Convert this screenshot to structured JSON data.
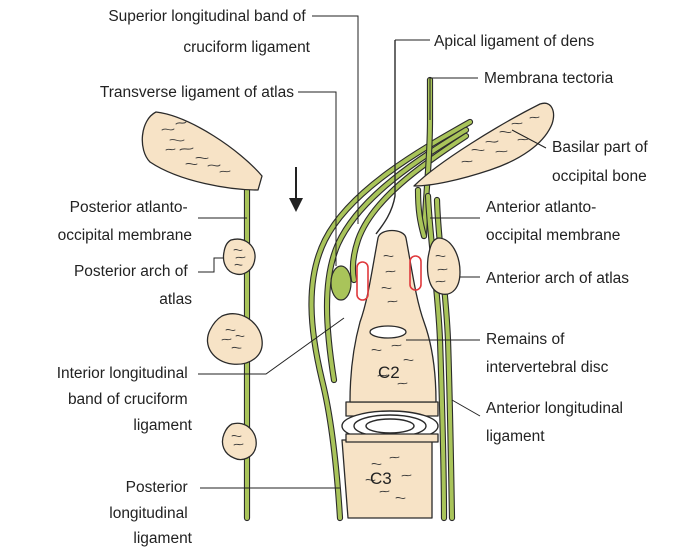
{
  "colors": {
    "ligament": "#a9c45a",
    "bone": "#f7e3c6",
    "outline": "#2a2a2a",
    "vessel_ring": "#e0393c"
  },
  "labels": {
    "superior_band": [
      "Superior longitudinal band of",
      "cruciform ligament"
    ],
    "apical_ligament": [
      "Apical ligament of dens"
    ],
    "membrana_tectoria": [
      "Membrana tectoria"
    ],
    "transverse_ligament": [
      "Transverse ligament of atlas"
    ],
    "basilar_part": [
      "Basilar part of",
      "occipital bone"
    ],
    "posterior_membrane": [
      "Posterior atlanto-",
      "occipital membrane"
    ],
    "anterior_membrane": [
      "Anterior atlanto-",
      "occipital membrane"
    ],
    "posterior_arch": [
      "Posterior arch of",
      "atlas"
    ],
    "anterior_arch": [
      "Anterior arch of atlas"
    ],
    "remains_disc": [
      "Remains of",
      "intervertebral disc"
    ],
    "inferior_band": [
      "Interior longitudinal",
      "band of cruciform",
      "ligament"
    ],
    "anterior_longitudinal": [
      "Anterior longitudinal",
      "ligament"
    ],
    "posterior_longitudinal": [
      "Posterior",
      "longitudinal",
      "ligament"
    ]
  },
  "vertebrae": {
    "c2": "C2",
    "c3": "C3"
  },
  "icons": {
    "direction_arrow": "arrow-down-icon"
  }
}
